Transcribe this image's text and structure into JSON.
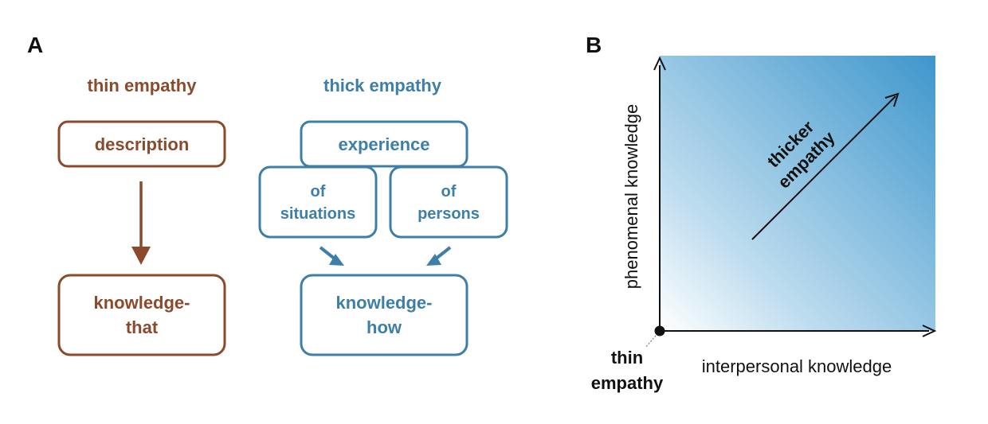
{
  "colors": {
    "thin": "#8B4A2B",
    "thick": "#3D7FA8",
    "gradient_light": "#ffffff",
    "gradient_dark": "#3E96CC",
    "axis": "#111111"
  },
  "panel_a": {
    "letter": "A",
    "thin": {
      "title": "thin empathy",
      "top_box": "description",
      "bottom_box": [
        "knowledge-",
        "that"
      ]
    },
    "thick": {
      "title": "thick empathy",
      "top_box": "experience",
      "left_box": [
        "of",
        "situations"
      ],
      "right_box": [
        "of",
        "persons"
      ],
      "bottom_box": [
        "knowledge-",
        "how"
      ]
    }
  },
  "panel_b": {
    "letter": "B",
    "y_axis_label": "phenomenal knowledge",
    "x_axis_label": "interpersonal knowledge",
    "arrow_label": [
      "thicker",
      "empathy"
    ],
    "origin_label": [
      "thin",
      "empathy"
    ]
  }
}
